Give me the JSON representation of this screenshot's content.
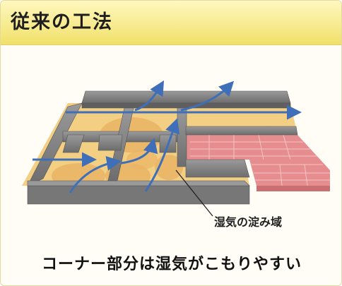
{
  "title": "従来の工法",
  "callout_label": "湿気の淀み域",
  "caption": "コーナー部分は湿気がこもりやすい",
  "colors": {
    "header_top": "#fff8bf",
    "header_bottom": "#f1e06a",
    "wall": "#7d7d7d",
    "floor": "#f3cf84",
    "stagnant_zone": "#e9b364",
    "tiles": "#e58d8f",
    "airflow": "#3f6fb8"
  }
}
